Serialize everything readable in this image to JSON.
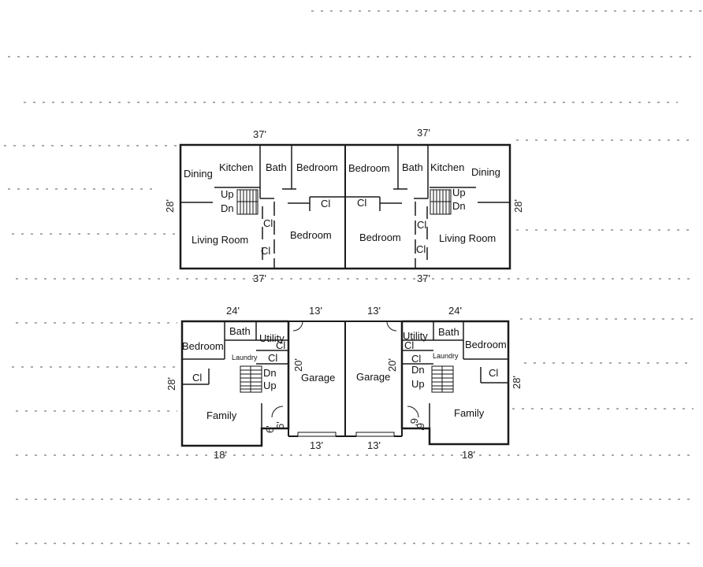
{
  "upper_level": {
    "dims": {
      "top_left": "37'",
      "top_right": "37'",
      "bottom_left": "37'",
      "bottom_right": "37'",
      "side_left": "28'",
      "side_right": "28'"
    },
    "left_unit": {
      "dining": "Dining",
      "kitchen": "Kitchen",
      "bath": "Bath",
      "bedroom_top": "Bedroom",
      "stair_up": "Up",
      "stair_dn": "Dn",
      "living_room": "Living Room",
      "closet_1": "Cl",
      "closet_2": "Cl",
      "closet_3": "Cl",
      "bedroom_bottom": "Bedroom"
    },
    "right_unit": {
      "dining": "Dining",
      "kitchen": "Kitchen",
      "bath": "Bath",
      "bedroom_top": "Bedroom",
      "stair_up": "Up",
      "stair_dn": "Dn",
      "living_room": "Living Room",
      "closet_1": "Cl",
      "closet_2": "Cl",
      "closet_3": "Cl",
      "bedroom_bottom": "Bedroom"
    }
  },
  "lower_level": {
    "dims": {
      "top_left": "24'",
      "top_garage_left": "13'",
      "top_garage_right": "13'",
      "top_right": "24'",
      "side_left": "28'",
      "side_right": "28'",
      "garage_depth_left": "20'",
      "garage_depth_right": "20'",
      "bottom_left": "18'",
      "bottom_garage_left": "13'",
      "bottom_garage_right": "13'",
      "bottom_right": "18'",
      "step_left_a": "6'",
      "step_left_b": "6'",
      "step_right_a": "6'",
      "step_right_b": "6'"
    },
    "left_unit": {
      "bedroom": "Bedroom",
      "bath": "Bath",
      "utility": "Utility",
      "laundry": "Laundry",
      "closet_bed": "Cl",
      "closet_util": "Cl",
      "closet_hall": "Cl",
      "stair_dn": "Dn",
      "stair_up": "Up",
      "family": "Family",
      "garage": "Garage"
    },
    "right_unit": {
      "bedroom": "Bedroom",
      "bath": "Bath",
      "utility": "Utility",
      "laundry": "Laundry",
      "closet_bed": "Cl",
      "closet_util": "Cl",
      "closet_hall": "Cl",
      "stair_dn": "Dn",
      "stair_up": "Up",
      "family": "Family",
      "garage": "Garage"
    }
  }
}
